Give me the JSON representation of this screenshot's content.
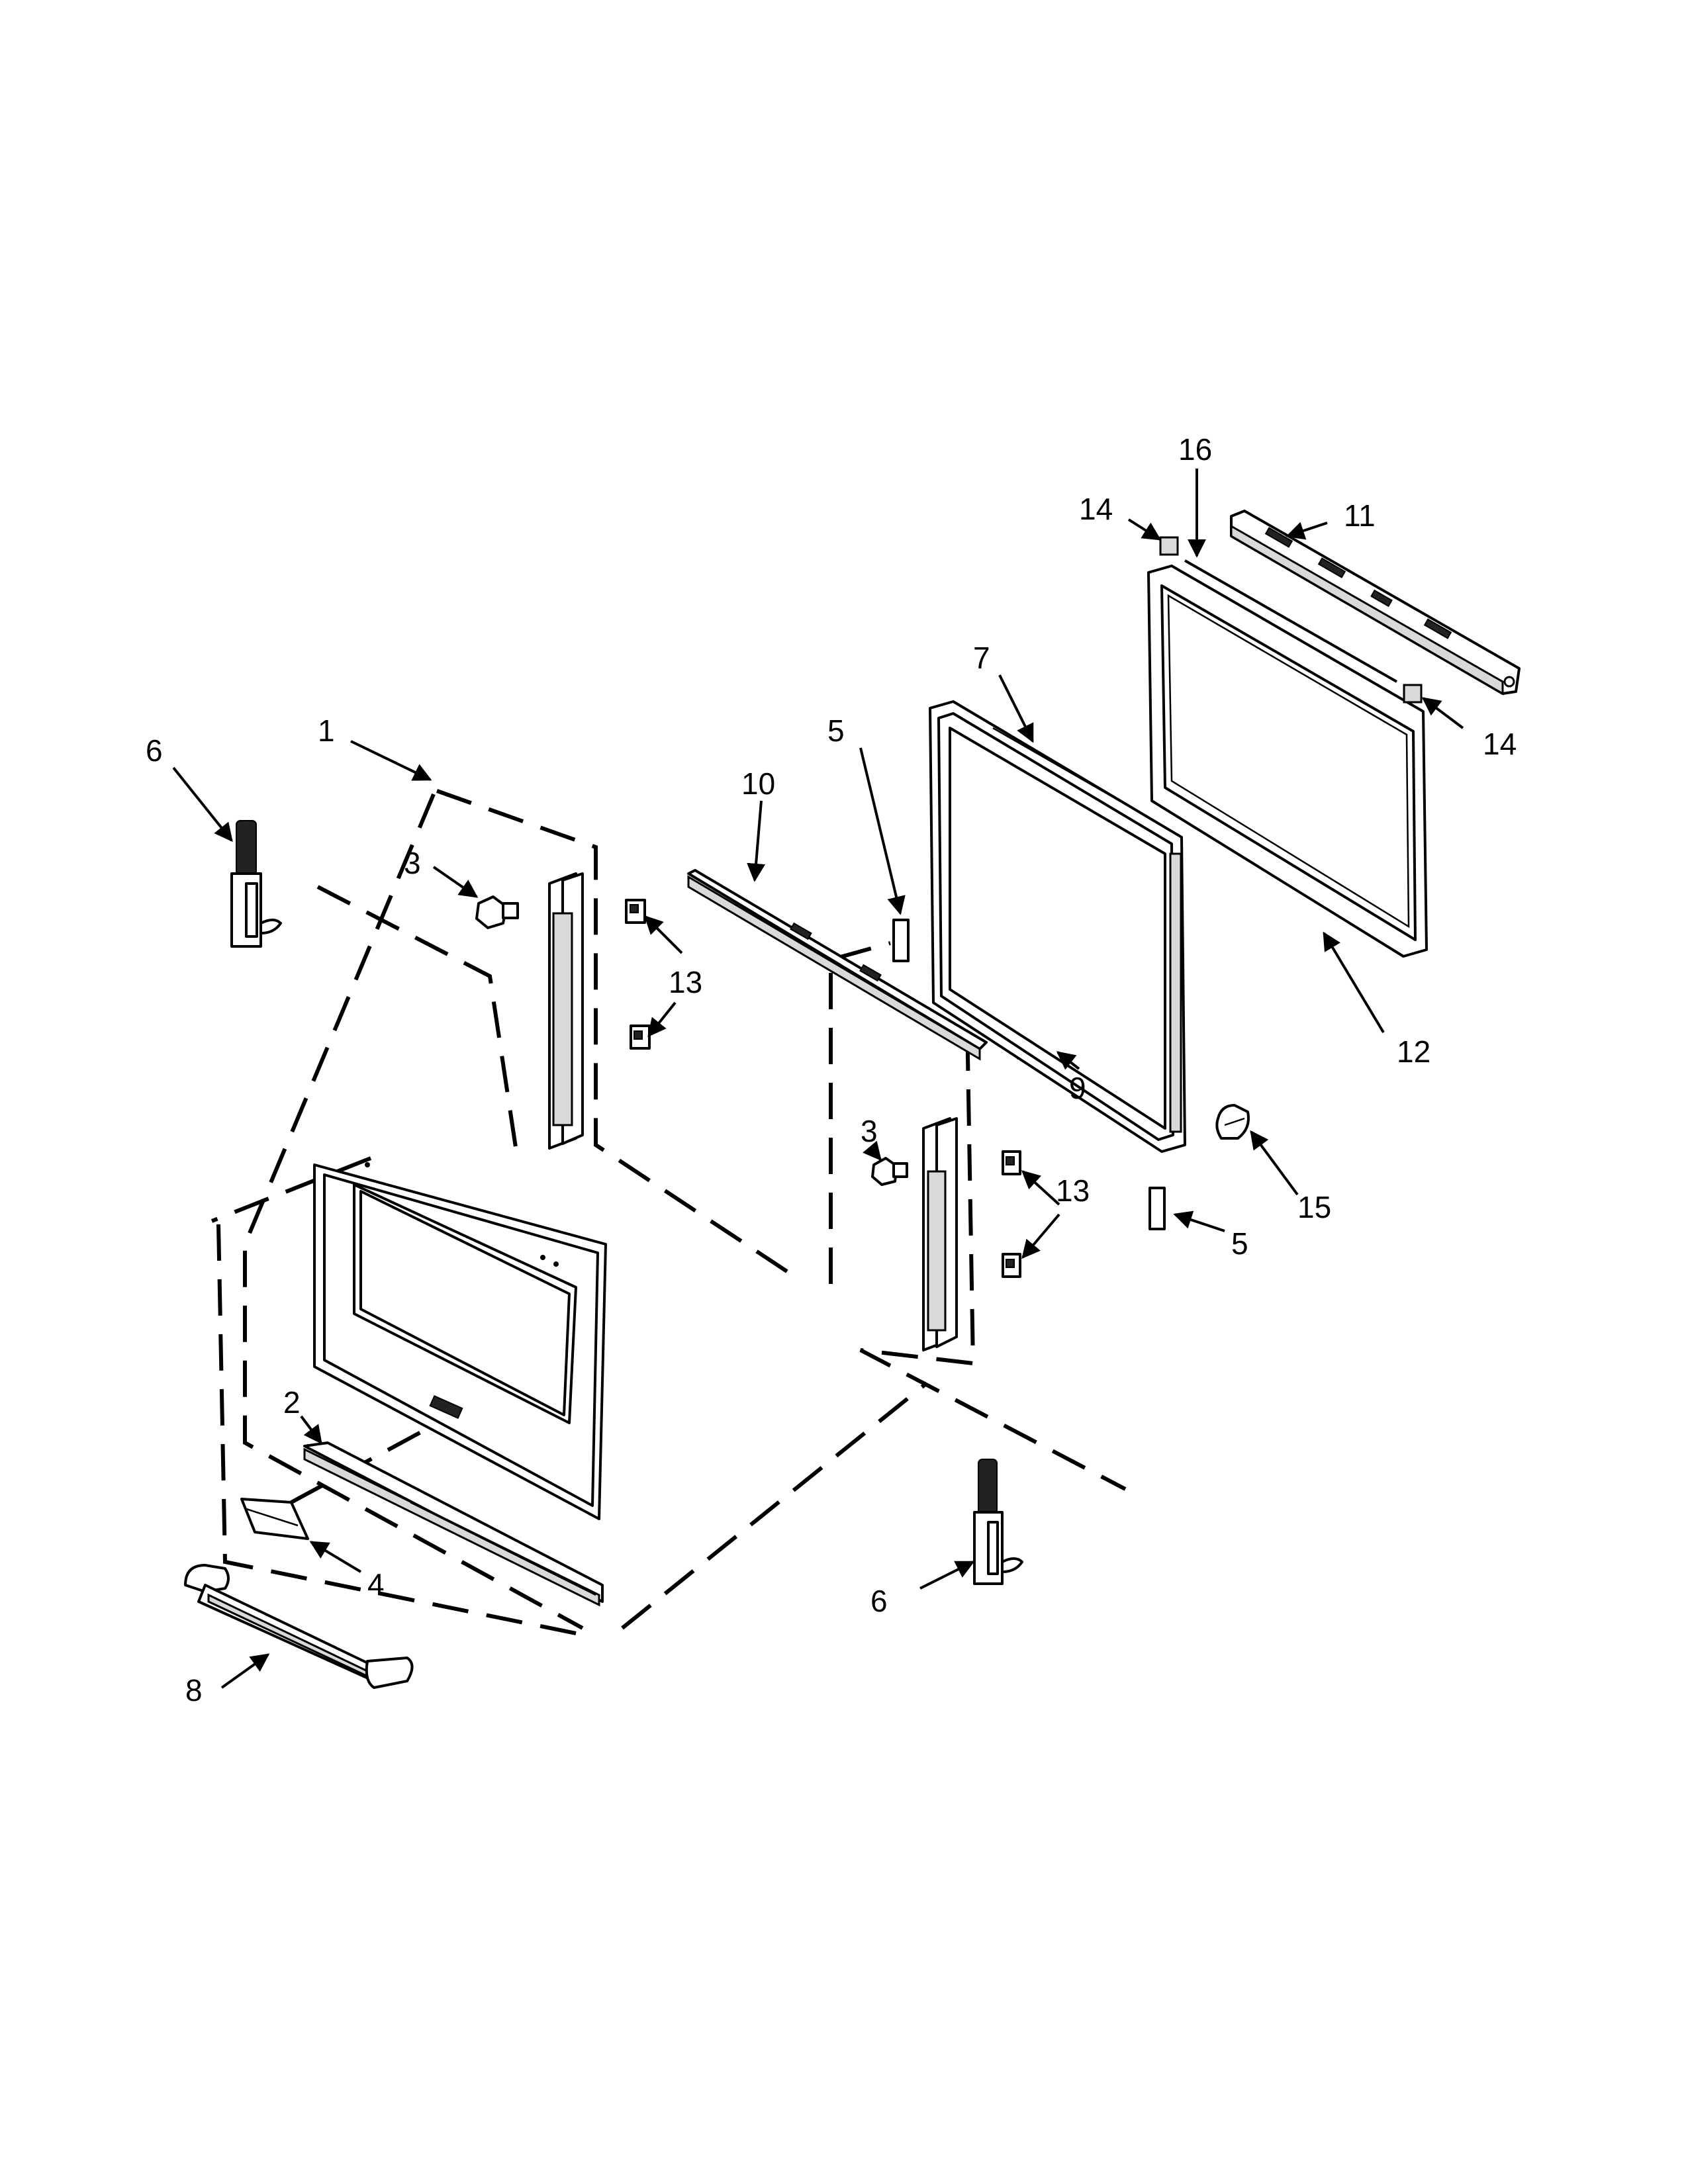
{
  "callouts": {
    "c1": "1",
    "c2": "2",
    "c3a": "3",
    "c3b": "3",
    "c4": "4",
    "c5a": "5",
    "c5b": "5",
    "c6a": "6",
    "c6b": "6",
    "c7": "7",
    "c8": "8",
    "c9": "9",
    "c10": "10",
    "c11": "11",
    "c12": "12",
    "c13a": "13",
    "c13b": "13",
    "c14a": "14",
    "c14b": "14",
    "c15": "15",
    "c16": "16"
  }
}
